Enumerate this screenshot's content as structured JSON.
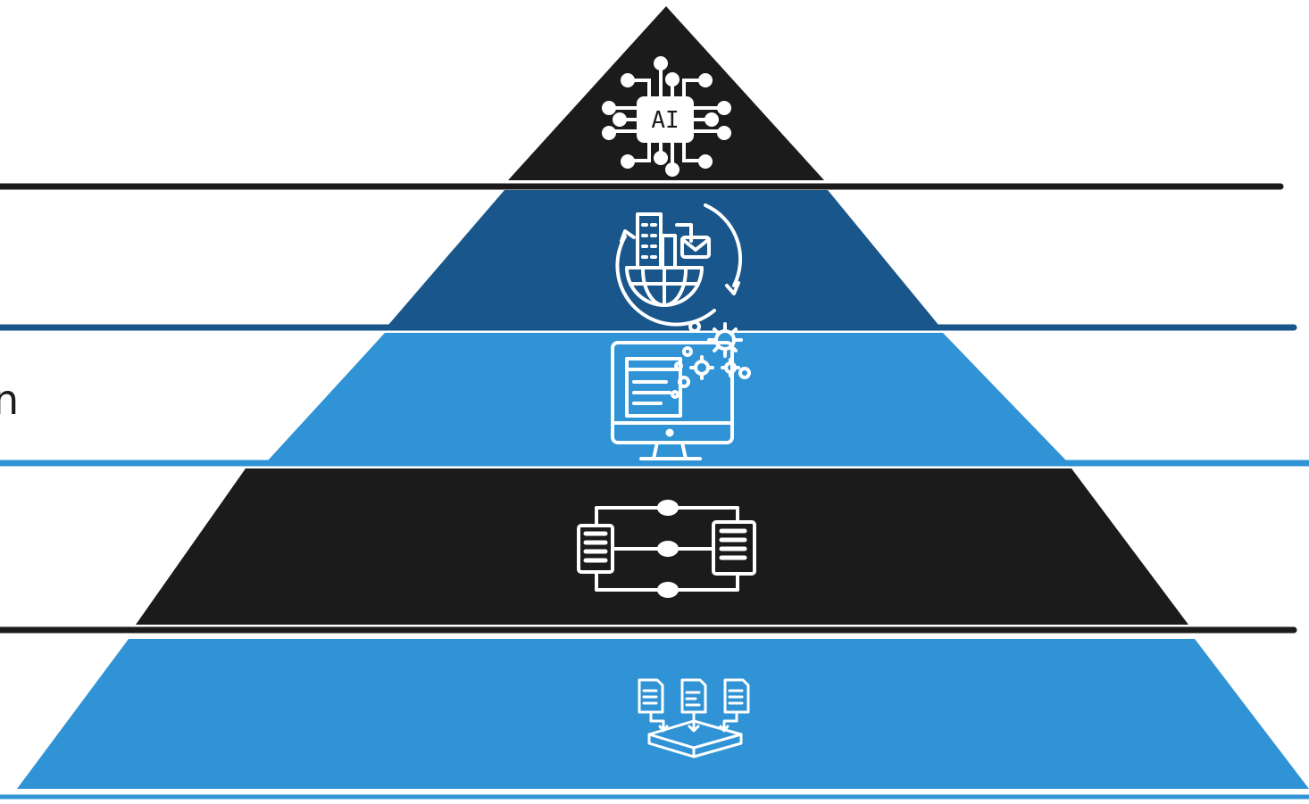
{
  "diagram": {
    "type": "pyramid",
    "levels": [
      {
        "name": "ai-tier",
        "icon": "ai-chip-icon",
        "color": "#1b1b1b",
        "icon_label": "AI"
      },
      {
        "name": "enterprise-tier",
        "icon": "global-business-cycle-icon",
        "color": "#18568b"
      },
      {
        "name": "application-tier",
        "icon": "computer-gears-icon",
        "color": "#2f93d6"
      },
      {
        "name": "integration-tier",
        "icon": "data-flow-network-icon",
        "color": "#1b1b1b"
      },
      {
        "name": "data-tier",
        "icon": "documents-to-storage-icon",
        "color": "#2f93d6"
      }
    ],
    "separators": [
      {
        "color": "#1b1b1b"
      },
      {
        "color": "#18568b"
      },
      {
        "color": "#2f93d6"
      },
      {
        "color": "#1b1b1b"
      },
      {
        "color": "#2f93d6"
      }
    ],
    "partial_left_text": "n"
  }
}
